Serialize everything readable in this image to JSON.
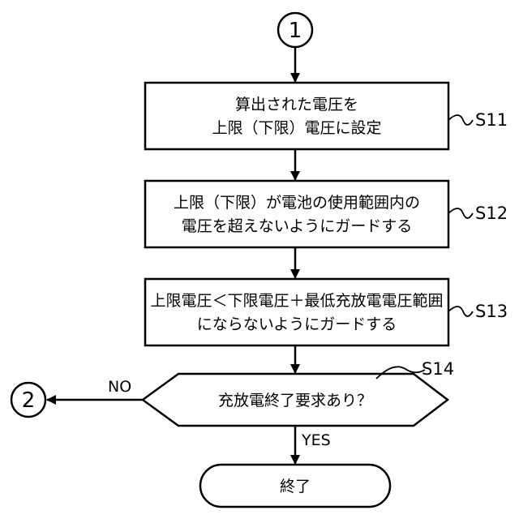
{
  "connectors": {
    "start": "1",
    "no_exit": "2"
  },
  "steps": {
    "s11": {
      "id": "S11",
      "lines": [
        "算出された電圧を",
        "上限（下限）電圧に設定"
      ]
    },
    "s12": {
      "id": "S12",
      "lines": [
        "上限（下限）が電池の使用範囲内の",
        "電圧を超えないようにガードする"
      ]
    },
    "s13": {
      "id": "S13",
      "lines": [
        "上限電圧＜下限電圧＋最低充放電電圧範囲",
        "にならないようにガードする"
      ]
    },
    "s14": {
      "id": "S14",
      "question": "充放電終了要求あり？",
      "no_label": "NO",
      "yes_label": "YES"
    }
  },
  "terminal": {
    "label": "終了"
  }
}
